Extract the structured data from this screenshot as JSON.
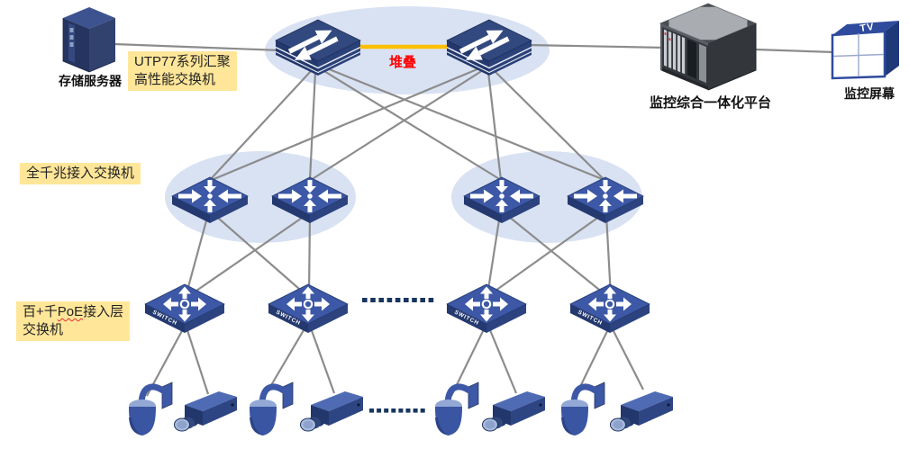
{
  "notes": {
    "aggregation_line1": "UTP77系列汇聚",
    "aggregation_line2": "高性能交换机",
    "access": "全千兆接入交换机",
    "poe_part1": "百+千",
    "poe_part2": "PoE",
    "poe_part3": "接入层",
    "poe_line2": "交换机"
  },
  "labels": {
    "storage_server": "存储服务器",
    "platform": "监控综合一体化平台",
    "monitor_screen": "监控屏幕",
    "stack_link": "堆叠"
  },
  "icons": {
    "poe_switch_text": "SWITCH",
    "tv_text": "TV"
  },
  "colors": {
    "note_bg": "#FFE699",
    "stack_text": "#FF0000",
    "stack_link": "#FFC000",
    "connection_line": "#8C8C8C",
    "ellipse_fill": "#D9E2F3",
    "device_navy": "#32497F",
    "camera_blue": "#3A55A2"
  }
}
